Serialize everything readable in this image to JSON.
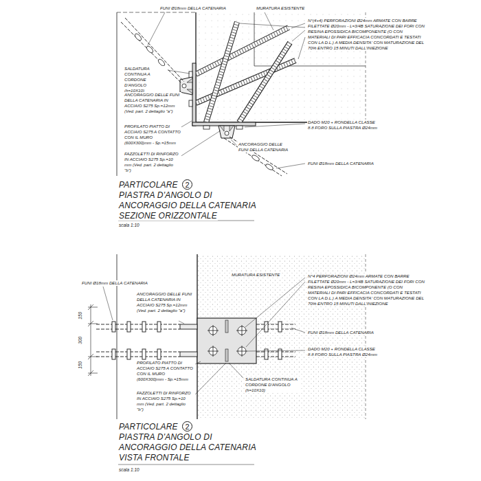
{
  "diagram": {
    "labels": [
      "FUNI Ø18mm DELLA CATENARIA",
      "MURATURA ESISTENTE",
      "N°(4+4) PERFORAZIONI Ø24mm ARMATE CON BARRE FILETTATE Ø20mm - L=3/4B SATURAZIONE DEI FORI CON RESINA EPOSSIDICA BICOMPONENTE (O CON MATERIALI DI PARI EFFICACIA CONCORDATI E TESTATI CON LA D.L.) A MEDIA DENSITA' CON MATURAZIONE DEL 70% ENTRO 15 MINUTI DALL'INIEZIONE",
      "SALDATURA CONTINUA A CORDONE D'ANGOLO (h=10X10)",
      "ANCORAGGIO DELLE FUNI DELLA CATENARIA IN ACCIAIO S275 Sp.=12mm (Ved. part. 2 dettaglio \"a\")",
      "PROFILATO PIATTO DI ACCIAIO S275 A CONTATTO CON IL MURO (600X300)mm - Sp.=15mm",
      "FAZZOLETTI DI RINFORZO IN ACCIAIO S275 Sp.=10 mm (Ved. part. 2 dettaglio \"b\")",
      "DADO M20 + RONDELLA CLASSE 8.8 FORO SULLA PIASTRA Ø24mm",
      "ANCORAGGIO DELLE FUNI DELLA CATENARIA",
      "FUNI Ø18mm DELLA CATENARIA",
      "PARTICOLARE",
      "2",
      "PIASTRA D'ANGOLO DI",
      "ANCORAGGIO DELLA CATENARIA",
      "SEZIONE ORIZZONTALE",
      "scala 1:10",
      "MURATURA ESISTENTE",
      "N°4 PERFORAZIONI Ø24mm ARMATE CON BARRE FILETTATE Ø20mm - L=3/4B SATURAZIONE DEI FORI CON RESINA EPOSSIDICA BICOMPONENTE (O CON MATERIALI DI PARI EFFICACIA CONCORDATI E TESTATI CON LA D.L.) A MEDIA DENSITA' CON MATURAZIONE DEL 70% ENTRO 15 MINUTI DALL'INIEZIONE",
      "FUNI Ø18mm DELLA CATENARIA",
      "ANCORAGGIO DELLE FUNI DELLA CATENARIA IN ACCIAIO S275 Sp.=12mm (Ved. part. 2 dettaglio \"a\")",
      "FUNI Ø18mm DELLA CATENARIA",
      "DADO M20 + RONDELLA CLASSE 8.8 FORO SULLA PIASTRA Ø24mm",
      "PROFILATO PIATTO DI ACCIAIO S275 A CONTATTO CON IL MURO (600X300)mm - Sp.=15mm",
      "SALDATURA CONTINUA A CORDONE D'ANGOLO (h=10X10)",
      "FAZZOLETTI DI RINFORZO IN ACCIAIO S275 Sp.=10 mm (Ved. part. 2 dettaglio \"b\")",
      "150",
      "300",
      "150",
      "PARTICOLARE",
      "2",
      "PIASTRA D'ANGOLO DI",
      "ANCORAGGIO DELLA CATENARIA",
      "VISTA FRONTALE",
      "scala 1:10"
    ]
  }
}
